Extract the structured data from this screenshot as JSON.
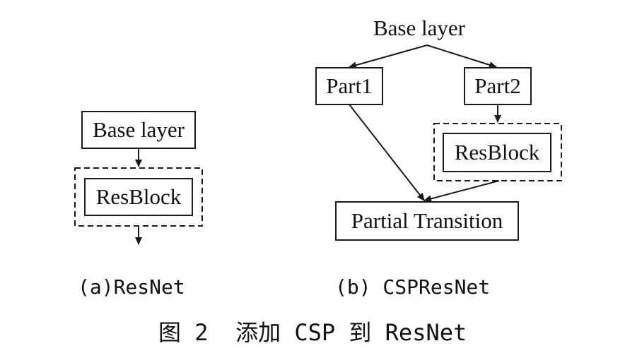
{
  "resnet": {
    "base_layer": "Base layer",
    "resblock": "ResBlock",
    "caption": "(a)ResNet"
  },
  "cspresnet": {
    "base_layer": "Base layer",
    "part1": "Part1",
    "part2": "Part2",
    "resblock": "ResBlock",
    "partial_transition": "Partial Transition",
    "caption": "(b) CSPResNet"
  },
  "figure_caption": "图 2  添加 CSP 到 ResNet"
}
